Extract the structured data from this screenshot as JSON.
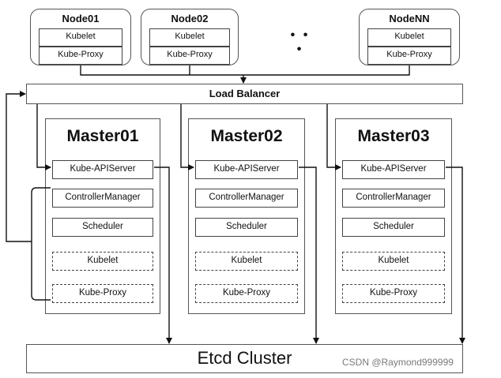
{
  "nodes": [
    {
      "title": "Node01",
      "kubelet": "Kubelet",
      "proxy": "Kube-Proxy"
    },
    {
      "title": "Node02",
      "kubelet": "Kubelet",
      "proxy": "Kube-Proxy"
    },
    {
      "title": "NodeNN",
      "kubelet": "Kubelet",
      "proxy": "Kube-Proxy"
    }
  ],
  "ellipsis": "• • •",
  "load_balancer": "Load Balancer",
  "masters": [
    {
      "title": "Master01",
      "api": "Kube-APIServer",
      "cm": "ControllerManager",
      "sched": "Scheduler",
      "kubelet": "Kubelet",
      "proxy": "Kube-Proxy"
    },
    {
      "title": "Master02",
      "api": "Kube-APIServer",
      "cm": "ControllerManager",
      "sched": "Scheduler",
      "kubelet": "Kubelet",
      "proxy": "Kube-Proxy"
    },
    {
      "title": "Master03",
      "api": "Kube-APIServer",
      "cm": "ControllerManager",
      "sched": "Scheduler",
      "kubelet": "Kubelet",
      "proxy": "Kube-Proxy"
    }
  ],
  "etcd": "Etcd Cluster",
  "watermark": "CSDN @Raymond999999"
}
